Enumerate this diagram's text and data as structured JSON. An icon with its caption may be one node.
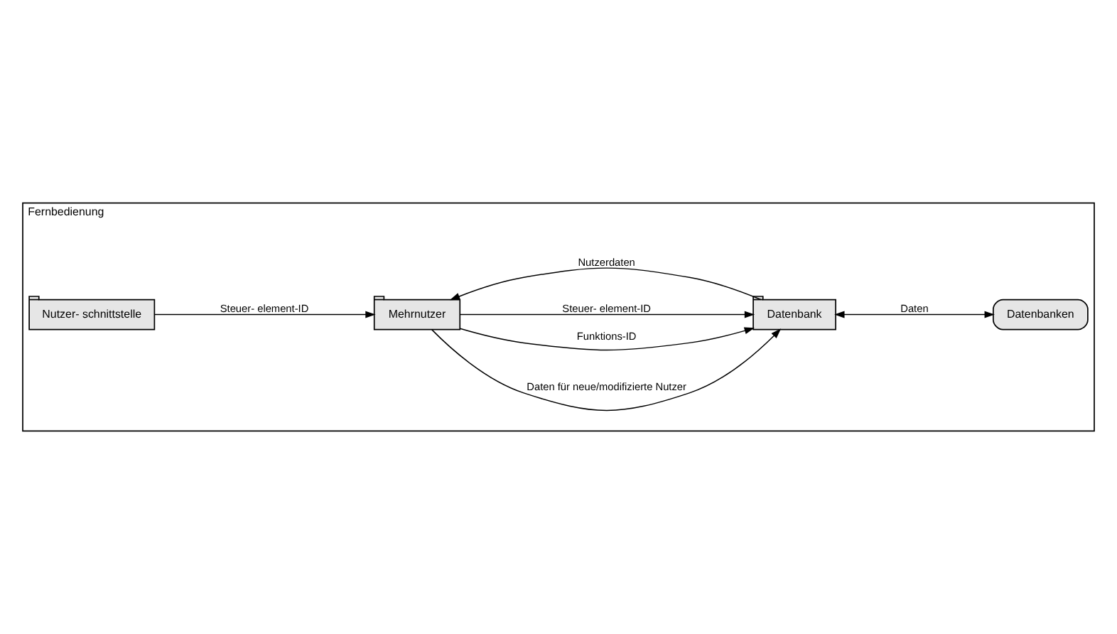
{
  "diagram": {
    "nodes": [
      {
        "text": [
          "Fernbedienung"
        ]
      },
      {
        "text": [
          "Nutzer- schnittstelle"
        ],
        "in": 0
      },
      {
        "text": [
          "Mehrnutzer"
        ],
        "in": 0
      },
      {
        "text": [
          "Datenbank"
        ],
        "in": 0
      },
      {
        "text": [
          "Datenbanken"
        ],
        "in": 0
      }
    ],
    "edges": [
      {
        "from": 1,
        "to": 2,
        "arrow": "to",
        "label": "Steuer- element-ID"
      },
      {
        "from": 2,
        "to": 3,
        "arrow": "to",
        "label": "Daten für neue/modifizierte Nutzer"
      },
      {
        "from": 3,
        "to": 2,
        "arrow": "to",
        "label": "Nutzerdaten"
      },
      {
        "from": 2,
        "to": 3,
        "arrow": "to",
        "label": "Funktions-ID"
      },
      {
        "from": 2,
        "to": 3,
        "arrow": "to",
        "label": "Steuer- element-ID"
      },
      {
        "from": 3,
        "to": 4,
        "arrow": "both",
        "label": "Daten"
      }
    ]
  }
}
